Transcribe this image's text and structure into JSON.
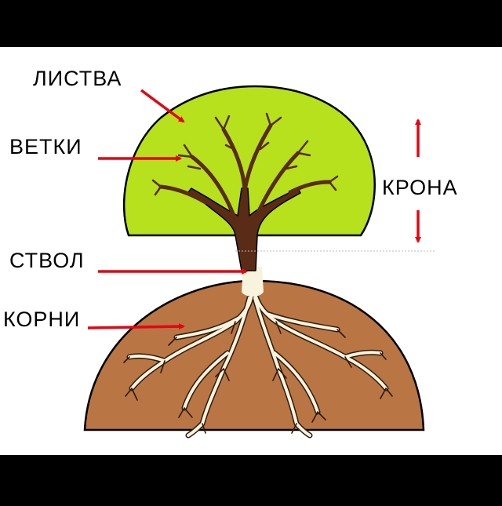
{
  "labels": {
    "foliage": "ЛИСТВА",
    "branches": "ВЕТКИ",
    "crown": "КРОНА",
    "trunk": "СТВОЛ",
    "roots": "КОРНИ"
  },
  "colors": {
    "background": "#ffffff",
    "letterbox": "#000000",
    "foliage": "#b6e11c",
    "trunk": "#5a2b17",
    "soil": "#b97543",
    "root": "#f7f3dc",
    "arrow": "#e30613"
  }
}
